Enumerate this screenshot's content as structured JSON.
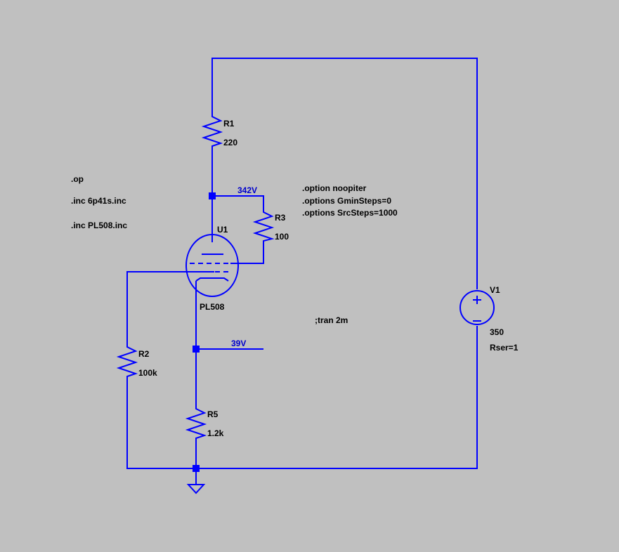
{
  "colors": {
    "background": "#c0c0c0",
    "wire": "#0000ff",
    "net_label": "#0000cc",
    "text": "#000000"
  },
  "directives": {
    "op": ".op",
    "inc1": ".inc 6p41s.inc",
    "inc2": ".inc PL508.inc",
    "opt1": ".option noopiter",
    "opt2": ".options GminSteps=0",
    "opt3": ".options SrcSteps=1000",
    "tran": ";tran 2m"
  },
  "components": {
    "r1": {
      "name": "R1",
      "value": "220"
    },
    "r2": {
      "name": "R2",
      "value": "100k"
    },
    "r3": {
      "name": "R3",
      "value": "100"
    },
    "r5": {
      "name": "R5",
      "value": "1.2k"
    },
    "u1": {
      "name": "U1",
      "model": "PL508"
    },
    "v1": {
      "name": "V1",
      "value": "350",
      "param": "Rser=1"
    }
  },
  "nets": {
    "anode": "342V",
    "cathode": "39V"
  },
  "icons": [
    "ground-icon",
    "voltage-source-icon",
    "pentode-tube-icon"
  ]
}
